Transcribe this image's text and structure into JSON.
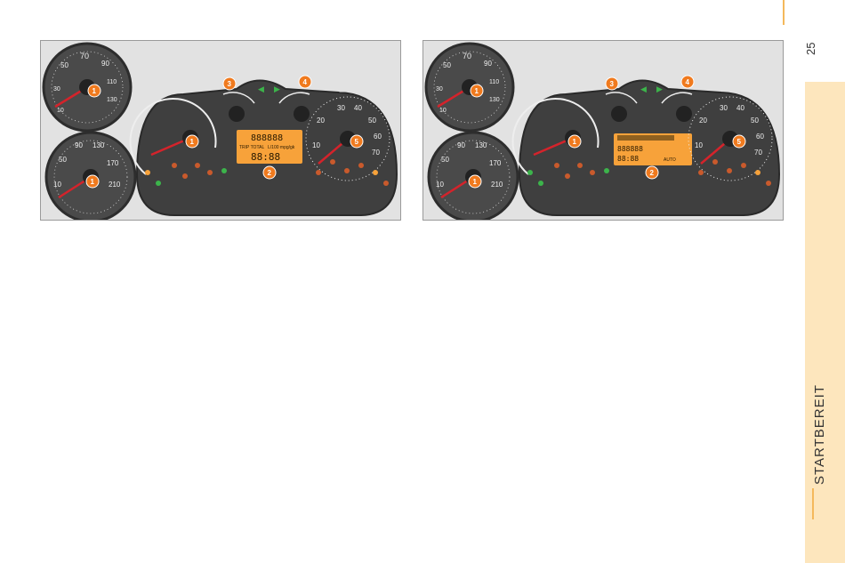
{
  "page": {
    "number": "25",
    "section_title": "STARTBEREIT"
  },
  "colors": {
    "tab_bg": "#fde6bd",
    "accent": "#f4b85b",
    "badge": "#f07a1e",
    "lcd": "#f7a23a",
    "needle": "#d4232b"
  },
  "panels": [
    {
      "gauge_a_labels": [
        "10",
        "30",
        "50",
        "70",
        "90",
        "110",
        "130"
      ],
      "gauge_b_labels": [
        "10",
        "50",
        "90",
        "130",
        "170",
        "210"
      ],
      "cluster": {
        "tach_labels": [],
        "speedo_labels": [
          "10",
          "20",
          "30",
          "40",
          "50",
          "60",
          "70"
        ],
        "lcd": {
          "row1": "888888",
          "row2_left": "TRIP TOTAL",
          "row2_right": "L/100 mpg/gk",
          "row3": "88:88"
        }
      },
      "badges": [
        "1",
        "1",
        "1",
        "2",
        "3",
        "4",
        "5"
      ]
    },
    {
      "gauge_a_labels": [
        "10",
        "30",
        "50",
        "70",
        "90",
        "110",
        "130"
      ],
      "gauge_b_labels": [
        "10",
        "50",
        "90",
        "130",
        "170",
        "210"
      ],
      "cluster": {
        "tach_labels": [],
        "speedo_labels": [
          "10",
          "20",
          "30",
          "40",
          "50",
          "60",
          "70"
        ],
        "lcd": {
          "row1": "888888",
          "row2_left": "88:88",
          "row2_right": "AUTO",
          "row3": ""
        }
      },
      "badges": [
        "1",
        "1",
        "1",
        "2",
        "3",
        "4",
        "5"
      ]
    }
  ]
}
